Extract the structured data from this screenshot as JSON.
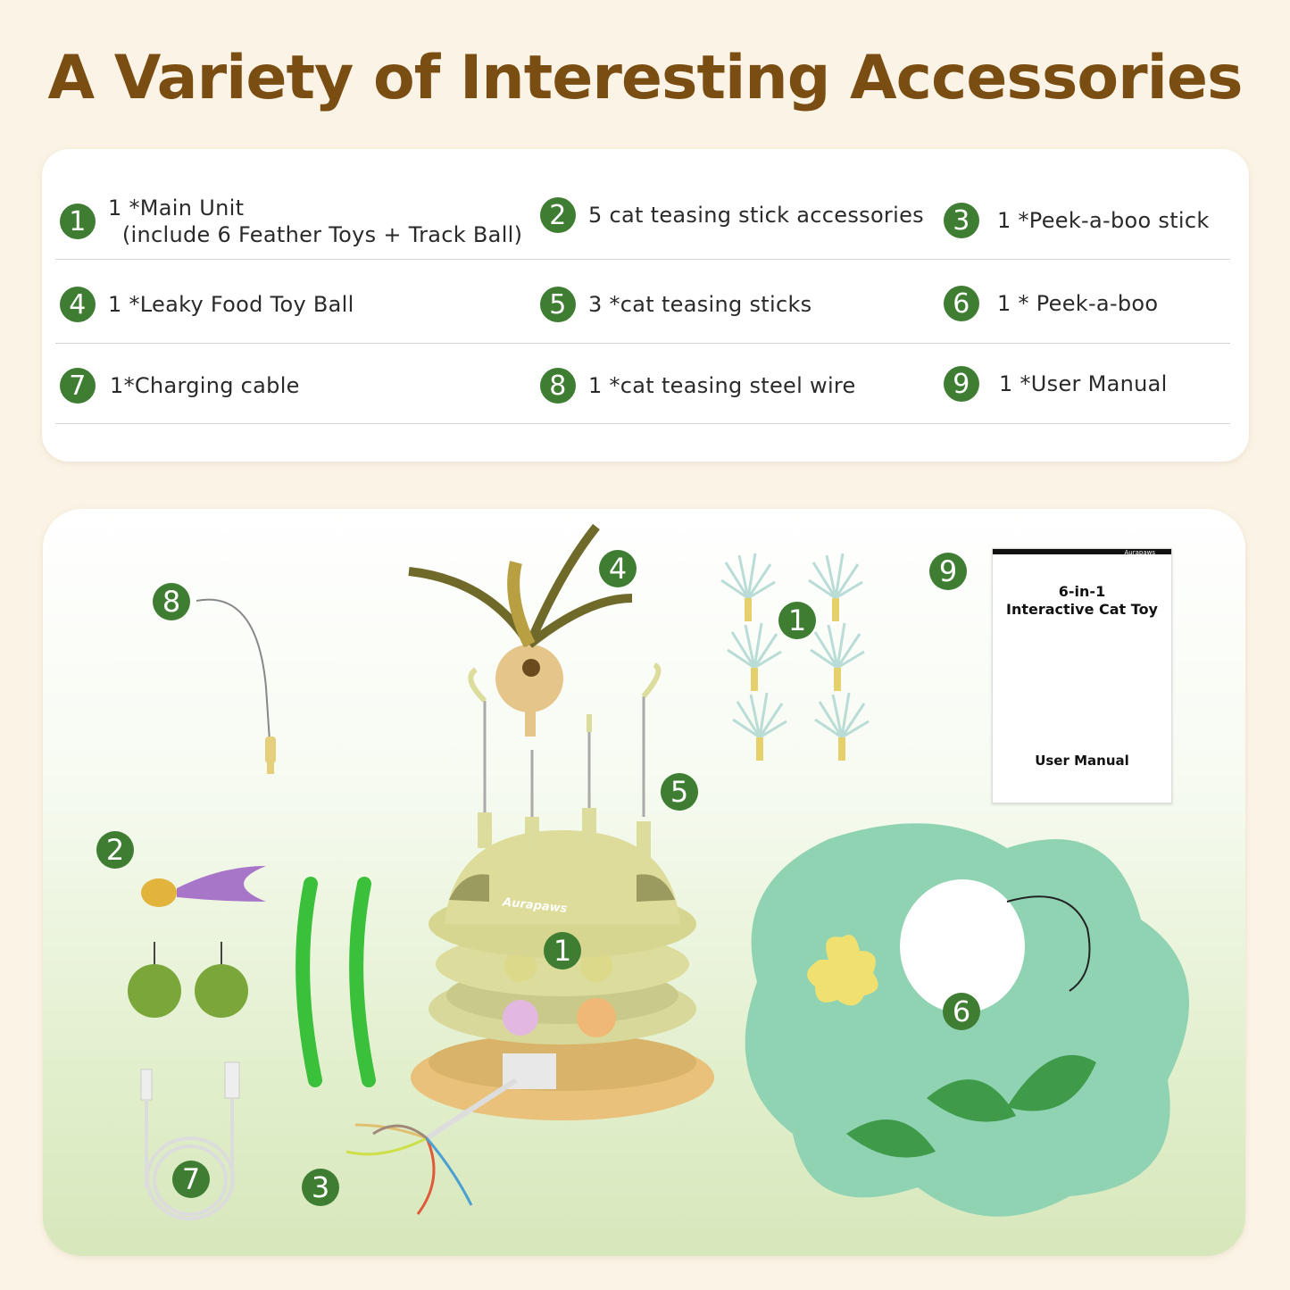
{
  "title": "A Variety of Interesting Accessories",
  "items": [
    {
      "num": "1",
      "text": "1 *Main Unit\n  (include 6 Feather Toys + Track Ball)"
    },
    {
      "num": "2",
      "text": "5 cat teasing stick accessories"
    },
    {
      "num": "3",
      "text": "1 *Peek-a-boo stick"
    },
    {
      "num": "4",
      "text": "1 *Leaky Food Toy Ball"
    },
    {
      "num": "5",
      "text": "3 *cat teasing sticks"
    },
    {
      "num": "6",
      "text": "1 * Peek-a-boo"
    },
    {
      "num": "7",
      "text": "1*Charging cable"
    },
    {
      "num": "8",
      "text": "1 *cat teasing steel wire"
    },
    {
      "num": "9",
      "text": "1 *User Manual"
    }
  ],
  "photo": {
    "labels": {
      "main_unit": "1",
      "feathers": "1",
      "accessories": "2",
      "peekaboo_stick": "3",
      "food_ball": "4",
      "sticks": "5",
      "peekaboo": "6",
      "cable": "7",
      "steel_wire": "8",
      "manual": "9"
    },
    "brand": "Aurapaws",
    "manual_brand": "Aurapaws",
    "manual_title_1": "6-in-1",
    "manual_title_2": "Interactive Cat Toy",
    "manual_footer": "User Manual"
  },
  "colors": {
    "title": "#7a4e12",
    "badge": "#3e7d32",
    "background": "#fbf4e6"
  }
}
